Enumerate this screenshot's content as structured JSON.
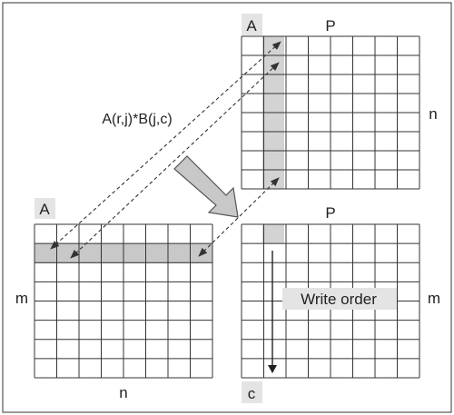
{
  "labels": {
    "top_matrix_tag": "A",
    "top_matrix_col_label": "P",
    "top_matrix_row_label": "n",
    "formula": "A(r,j)*B(j,c)",
    "left_matrix_tag": "A",
    "left_matrix_row_label": "m",
    "left_matrix_col_label": "n",
    "right_matrix_col_label": "P",
    "right_matrix_row_label": "m",
    "right_matrix_corner_label": "c",
    "write_order": "Write order"
  },
  "grid": {
    "rows": 8,
    "cols": 8
  },
  "colors": {
    "line": "#333333",
    "highlight": "#d3d3d3",
    "row_highlight": "#c8c8c8",
    "label_bg": "#e4e4e4",
    "big_arrow_fill": "#c8c8c8",
    "big_arrow_stroke": "#555555",
    "frame": "#555555"
  }
}
